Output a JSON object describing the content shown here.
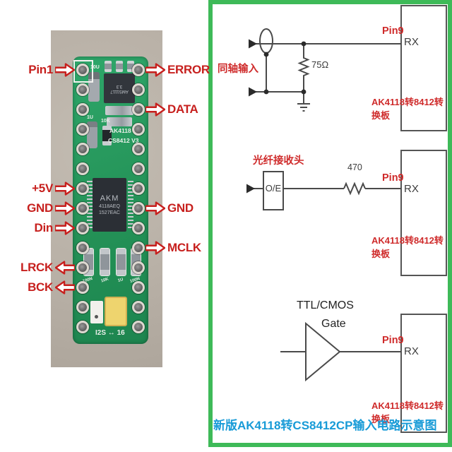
{
  "photo": {
    "left_labels": [
      {
        "text": "Pin1",
        "arrow": "right"
      },
      {
        "text": "+5V",
        "arrow": "right"
      },
      {
        "text": "GND",
        "arrow": "right"
      },
      {
        "text": "Din",
        "arrow": "right"
      },
      {
        "text": "LRCK",
        "arrow": "left"
      },
      {
        "text": "BCK",
        "arrow": "left"
      }
    ],
    "right_labels": [
      {
        "text": "ERROR"
      },
      {
        "text": "DATA"
      },
      {
        "text": "GND"
      },
      {
        "text": "MCLK"
      }
    ],
    "pcb": {
      "silk_10u": "10U",
      "silk_1u": "1U",
      "silk_10k": "10K",
      "silk_title1": "AK4118 TO",
      "silk_title2": "CS8412 V3",
      "regulator_line1": "AMS1117",
      "regulator_line2": "3.3",
      "chip_line1": "AKM",
      "chip_line2": "4118AEQ",
      "chip_line3": "1527EAC",
      "cap_labels": [
        "100N",
        "10K",
        "1U",
        "100N"
      ],
      "silk_bottom": "I2S ↔ 16"
    }
  },
  "schematic": {
    "circuits": [
      {
        "input_label": "同轴输入",
        "resistor_label": "75Ω",
        "pin_label": "Pin9",
        "pin_name": "RX",
        "board_label": "AK4118转8412转换板"
      },
      {
        "input_label": "光纤接收头",
        "component_label": "O/E",
        "resistor_label": "470",
        "pin_label": "Pin9",
        "pin_name": "RX",
        "board_label": "AK4118转8412转换板"
      },
      {
        "gate_label_line1": "TTL/CMOS",
        "gate_label_line2": "Gate",
        "pin_label": "Pin9",
        "pin_name": "RX",
        "board_label": "AK4118转8412转换板"
      }
    ],
    "caption": "新版AK4118转CS8412CP输入电路示意图",
    "colors": {
      "border_green": "#3eba58",
      "label_red": "#c7201e",
      "schematic_red": "#cf2b2b",
      "caption_blue": "#189bd7"
    }
  }
}
